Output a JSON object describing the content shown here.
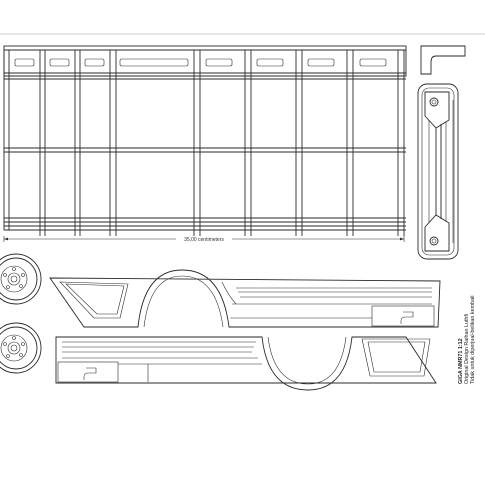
{
  "sheet": {
    "dimension_label": "35,00 centimeters",
    "credits": {
      "model": "GIGA NMR71 1:12",
      "design_label": "Original Design",
      "designer": "Raihan Luthfi",
      "notice": "Tidak untuk diperjual-belikan kembali"
    }
  },
  "colors": {
    "line": "#2a2a2a",
    "guide": "#9a9a9a",
    "background": "#ffffff"
  }
}
